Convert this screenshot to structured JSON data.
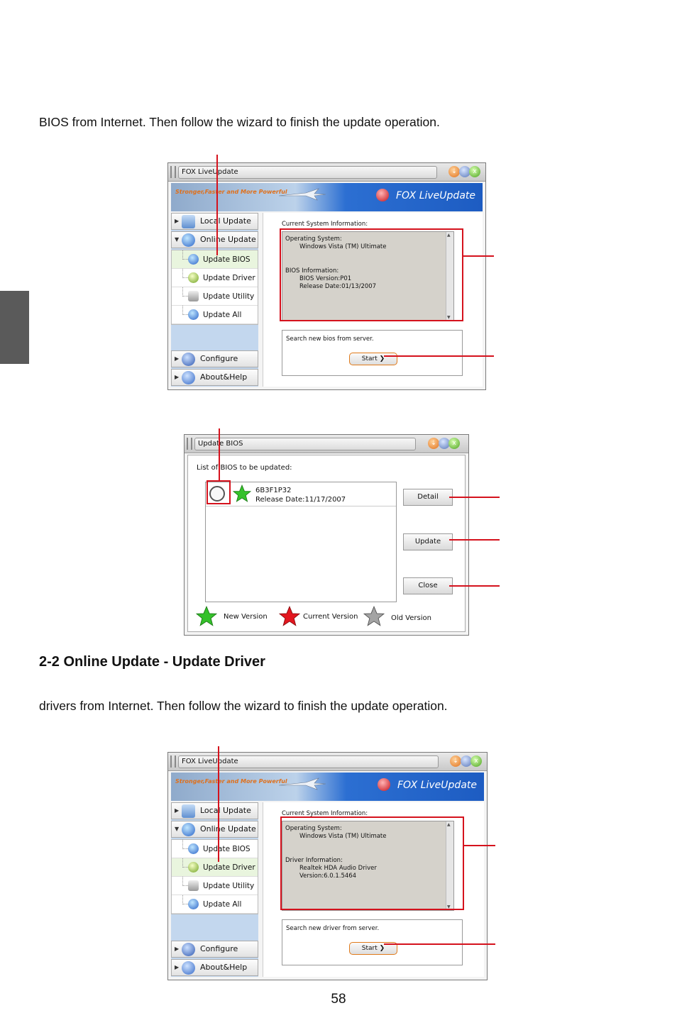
{
  "page": {
    "intro_line_1": "BIOS from Internet. Then follow the wizard to finish the update operation.",
    "section_heading": "2-2 Online Update - Update Driver",
    "intro_line_2": "drivers from Internet. Then follow the wizard to finish the update operation.",
    "page_number": "58"
  },
  "app_window_1": {
    "title": "FOX LiveUpdate",
    "min_glyph": "⇣",
    "close_glyph": "x",
    "slogan": "Stronger,Faster and More Powerful",
    "brand": "FOX LiveUpdate",
    "menu": {
      "local_update": "Local Update",
      "online_update": "Online Update",
      "sub_items": [
        "Update BIOS",
        "Update Driver",
        "Update Utility",
        "Update All"
      ],
      "configure": "Configure",
      "about_help": "About&Help"
    },
    "current_info_label": "Current System Information:",
    "info_lines": [
      "Operating System:",
      "Windows Vista (TM) Ultimate",
      "BIOS Information:",
      "BIOS Version:P01",
      "Release Date:01/13/2007"
    ],
    "search_text": "Search new bios from server.",
    "start_label": "Start"
  },
  "bios_window": {
    "title": "Update BIOS",
    "list_label": "List of BIOS to be updated:",
    "bios_name": "6B3F1P32",
    "bios_date": "Release Date:11/17/2007",
    "detail_label": "Detail",
    "update_label": "Update",
    "close_label": "Close",
    "legend_new": "New Version",
    "legend_current": "Current Version",
    "legend_old": "Old Version"
  },
  "app_window_2": {
    "title": "FOX LiveUpdate",
    "slogan": "Stronger,Faster and More Powerful",
    "brand": "FOX LiveUpdate",
    "menu": {
      "local_update": "Local Update",
      "online_update": "Online Update",
      "sub_items": [
        "Update BIOS",
        "Update Driver",
        "Update Utility",
        "Update All"
      ],
      "configure": "Configure",
      "about_help": "About&Help"
    },
    "current_info_label": "Current System Information:",
    "info_lines": [
      "Operating System:",
      "Windows Vista (TM) Ultimate",
      "Driver Information:",
      "Realtek HDA Audio Driver",
      "Version:6.0.1.5464"
    ],
    "search_text": "Search new driver from server.",
    "start_label": "Start"
  },
  "colors": {
    "callout_red": "#d5121d",
    "side_tab": "#5a5a5a",
    "start_border": "#e07a1a"
  }
}
